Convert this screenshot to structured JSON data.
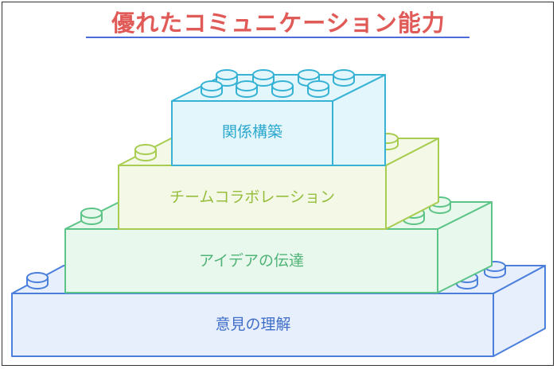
{
  "title": "優れたコミュニケーション能力",
  "layers": [
    {
      "label": "意見の理解",
      "face": "#e7eefc",
      "stroke": "#4a7fdc",
      "text": "#3f6fc9"
    },
    {
      "label": "アイデアの伝達",
      "face": "#e8f8ec",
      "stroke": "#5cc486",
      "text": "#4fb377"
    },
    {
      "label": "チームコラボレーション",
      "face": "#f3f9e6",
      "stroke": "#a8cc4f",
      "text": "#97bd3d"
    },
    {
      "label": "関係構築",
      "face": "#e2f6fb",
      "stroke": "#36b2d5",
      "text": "#2ea8cf"
    }
  ]
}
